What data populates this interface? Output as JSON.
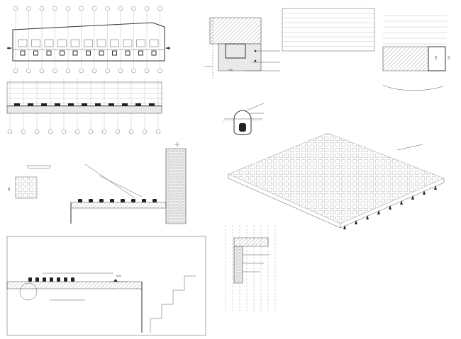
{
  "colors": {
    "line": "#555555",
    "background": "#ffffff",
    "highlight": "#3355cc"
  },
  "plan": {
    "title": "",
    "label_a": "",
    "label_b": "",
    "dim": ""
  },
  "section_1": {
    "title": ""
  },
  "node_1": {
    "title": "",
    "callout_1": "",
    "callout_2": "",
    "callout_3": "",
    "callout_4": "",
    "dim": "150"
  },
  "node_2": {
    "title": "",
    "callout_1": "",
    "callout_2": ""
  },
  "node_3": {
    "title": "",
    "dim_1": "100",
    "dim_2": "100"
  },
  "spec_table": {
    "rows": [
      "",
      "",
      "",
      "",
      "",
      "",
      "",
      "",
      ""
    ]
  },
  "stiffener": {
    "title": "",
    "dim": "180"
  },
  "section_2": {
    "title": "",
    "callout_1": "",
    "callout_2": "",
    "node_label": ""
  },
  "section_3": {
    "title": "",
    "callout_1": "",
    "callout_2": "",
    "node_label": "",
    "level": "0.02"
  },
  "axonometric": {
    "title": "",
    "callout": "",
    "node_label": ""
  },
  "fragment": {
    "title": ""
  },
  "notes": {
    "heading": "",
    "items": [
      "",
      "",
      "",
      ""
    ]
  }
}
